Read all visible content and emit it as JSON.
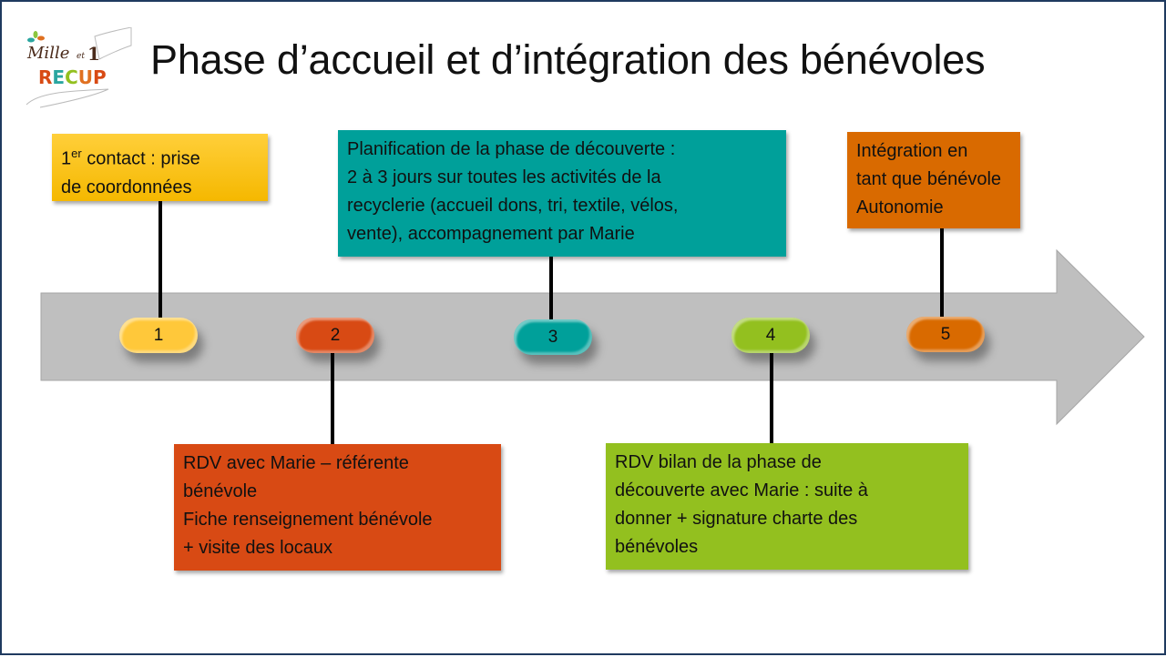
{
  "title": "Phase d’accueil et d’intégration des bénévoles",
  "logo": {
    "text_top": "Mille et 1",
    "text_bottom": "RECUP"
  },
  "colors": {
    "yellow": "#ffc000",
    "red": "#d84a14",
    "teal": "#00a09a",
    "green": "#93c01f",
    "orange": "#d96a00",
    "arrow": "#bfbfbf"
  },
  "steps": [
    {
      "number": "1",
      "lines": [
        "contact : prise",
        "de coordonnées"
      ],
      "ordinal": "1",
      "ordinal_sup": "er"
    },
    {
      "number": "2",
      "lines": [
        "RDV avec Marie – référente",
        "bénévole",
        "Fiche renseignement bénévole",
        "+ visite des locaux"
      ]
    },
    {
      "number": "3",
      "lines": [
        "Planification de la phase de découverte :",
        "2 à 3 jours sur toutes les activités de la",
        "recyclerie (accueil dons, tri, textile, vélos,",
        "vente), accompagnement par Marie"
      ]
    },
    {
      "number": "4",
      "lines": [
        "RDV bilan de la phase de",
        "découverte avec Marie : suite à",
        "donner + signature charte des",
        "bénévoles"
      ]
    },
    {
      "number": "5",
      "lines": [
        "Intégration en",
        "tant que bénévole",
        "Autonomie"
      ]
    }
  ]
}
